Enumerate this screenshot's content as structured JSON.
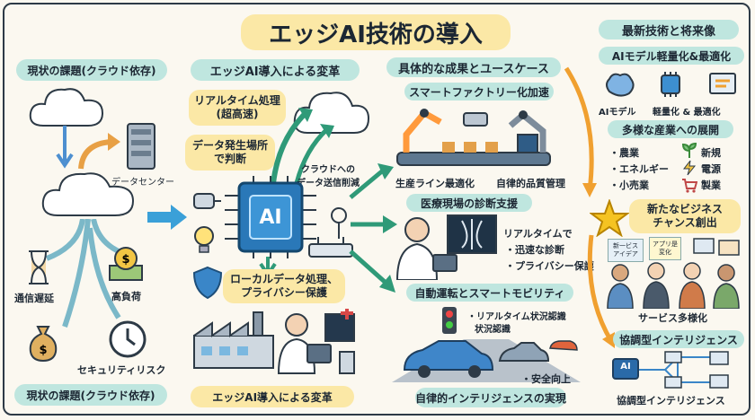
{
  "title": "エッジAI技術の導入",
  "left": {
    "heading_top": "現状の課題(クラウド依存)",
    "datacenter": "データセンター",
    "issue_latency": "通信遅延",
    "issue_load": "高負荷",
    "issue_security": "セキュリティリスク",
    "heading_bottom": "現状の課題(クラウド依存)"
  },
  "center": {
    "heading_top": "エッジAI導入による変革",
    "realtime": "リアルタイム処理\n(超高速)",
    "judge": "データ発生場所\nで判断",
    "cloud_reduce": "クラウドへの\nデータ送信削減",
    "chip": "AI",
    "local": "ローカルデータ処理、\nプライバシー保護",
    "heading_bottom": "エッジAI導入による変革"
  },
  "results": {
    "heading": "具体的な成果とユースケース",
    "factory": {
      "title": "スマートファクトリー化加速",
      "line": "生産ライン最適化",
      "quality": "自律的品質管理"
    },
    "medical": {
      "title": "医療現場の診断支援",
      "lead": "リアルタイムで",
      "b1": "・迅速な診断",
      "b2": "・プライバシー保護"
    },
    "auto": {
      "title": "自動運転とスマートモビリティ",
      "b1": "・リアルタイム状況認識",
      "b1b": "状況認識",
      "b2": "・安全向上",
      "footer": "自律的インテリジェンスの実現"
    }
  },
  "future": {
    "heading": "最新技術と将来像",
    "sub1": "AIモデル軽量化&最適化",
    "model": "AIモデル",
    "opt": "軽量化 & 最適化",
    "sub2": "多様な産業への展開",
    "industries": [
      "・農業",
      "・エネルギー",
      "・小売業"
    ],
    "new_items": [
      "新規",
      "電源",
      "製業"
    ],
    "star": "新たなビジネス\nチャンス創出",
    "notes": [
      "新一ビス\nアイデア",
      "アプリ是\n変化"
    ],
    "diversify": "サービス多様化",
    "collab_heading": "協調型インテリジェンス",
    "collab_label": "協調型インテリジェンス",
    "node": "AI"
  },
  "colors": {
    "accent_blue": "#3aa0d8",
    "accent_green": "#2f9a78",
    "accent_orange": "#f0a030",
    "teal_bg": "#bfe6df",
    "yellow_bg": "#fbe8a6"
  }
}
